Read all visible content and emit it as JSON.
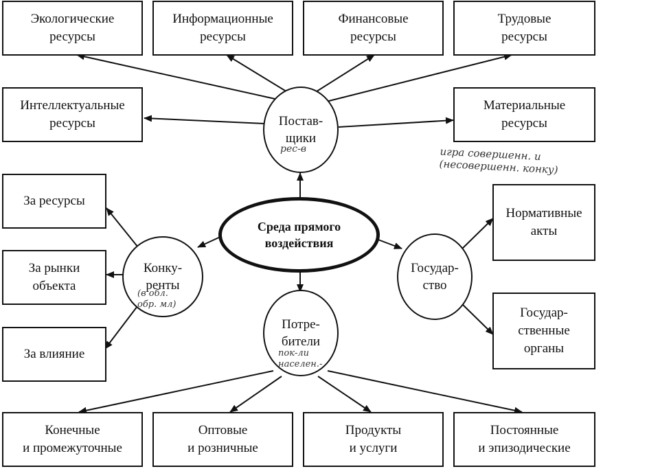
{
  "center": {
    "title": "Среда прямого\nвоздействия"
  },
  "suppliers": {
    "label": "Постав-\nщики",
    "note": "рес-в",
    "targets": {
      "ecological": "Экологические\nресурсы",
      "informational": "Информационные\nресурсы",
      "financial": "Финансовые\nресурсы",
      "labor": "Трудовые\nресурсы",
      "intellectual": "Интеллектуальные\nресурсы",
      "material": "Материальные\nресурсы"
    }
  },
  "competitors": {
    "label": "Конку-\nренты",
    "note": "(в обл.\nобр. мл)",
    "targets": {
      "resources": "За ресурсы",
      "markets": "За рынки\nобъекта",
      "influence": "За влияние"
    }
  },
  "state": {
    "label": "Государ-\nство",
    "note": "игра совершенн. и\n(несовершенн. конку)",
    "targets": {
      "regulations": "Нормативные\nакты",
      "bodies": "Государ-\nственные\nорганы"
    }
  },
  "consumers": {
    "label": "Потре-\nбители",
    "note": "пок-ли\nнаселен.-",
    "targets": {
      "final": "Конечные\nи промежуточные",
      "wholesale": "Оптовые\nи розничные",
      "products": "Продукты\nи услуги",
      "permanent": "Постоянные\nи эпизодические"
    }
  }
}
